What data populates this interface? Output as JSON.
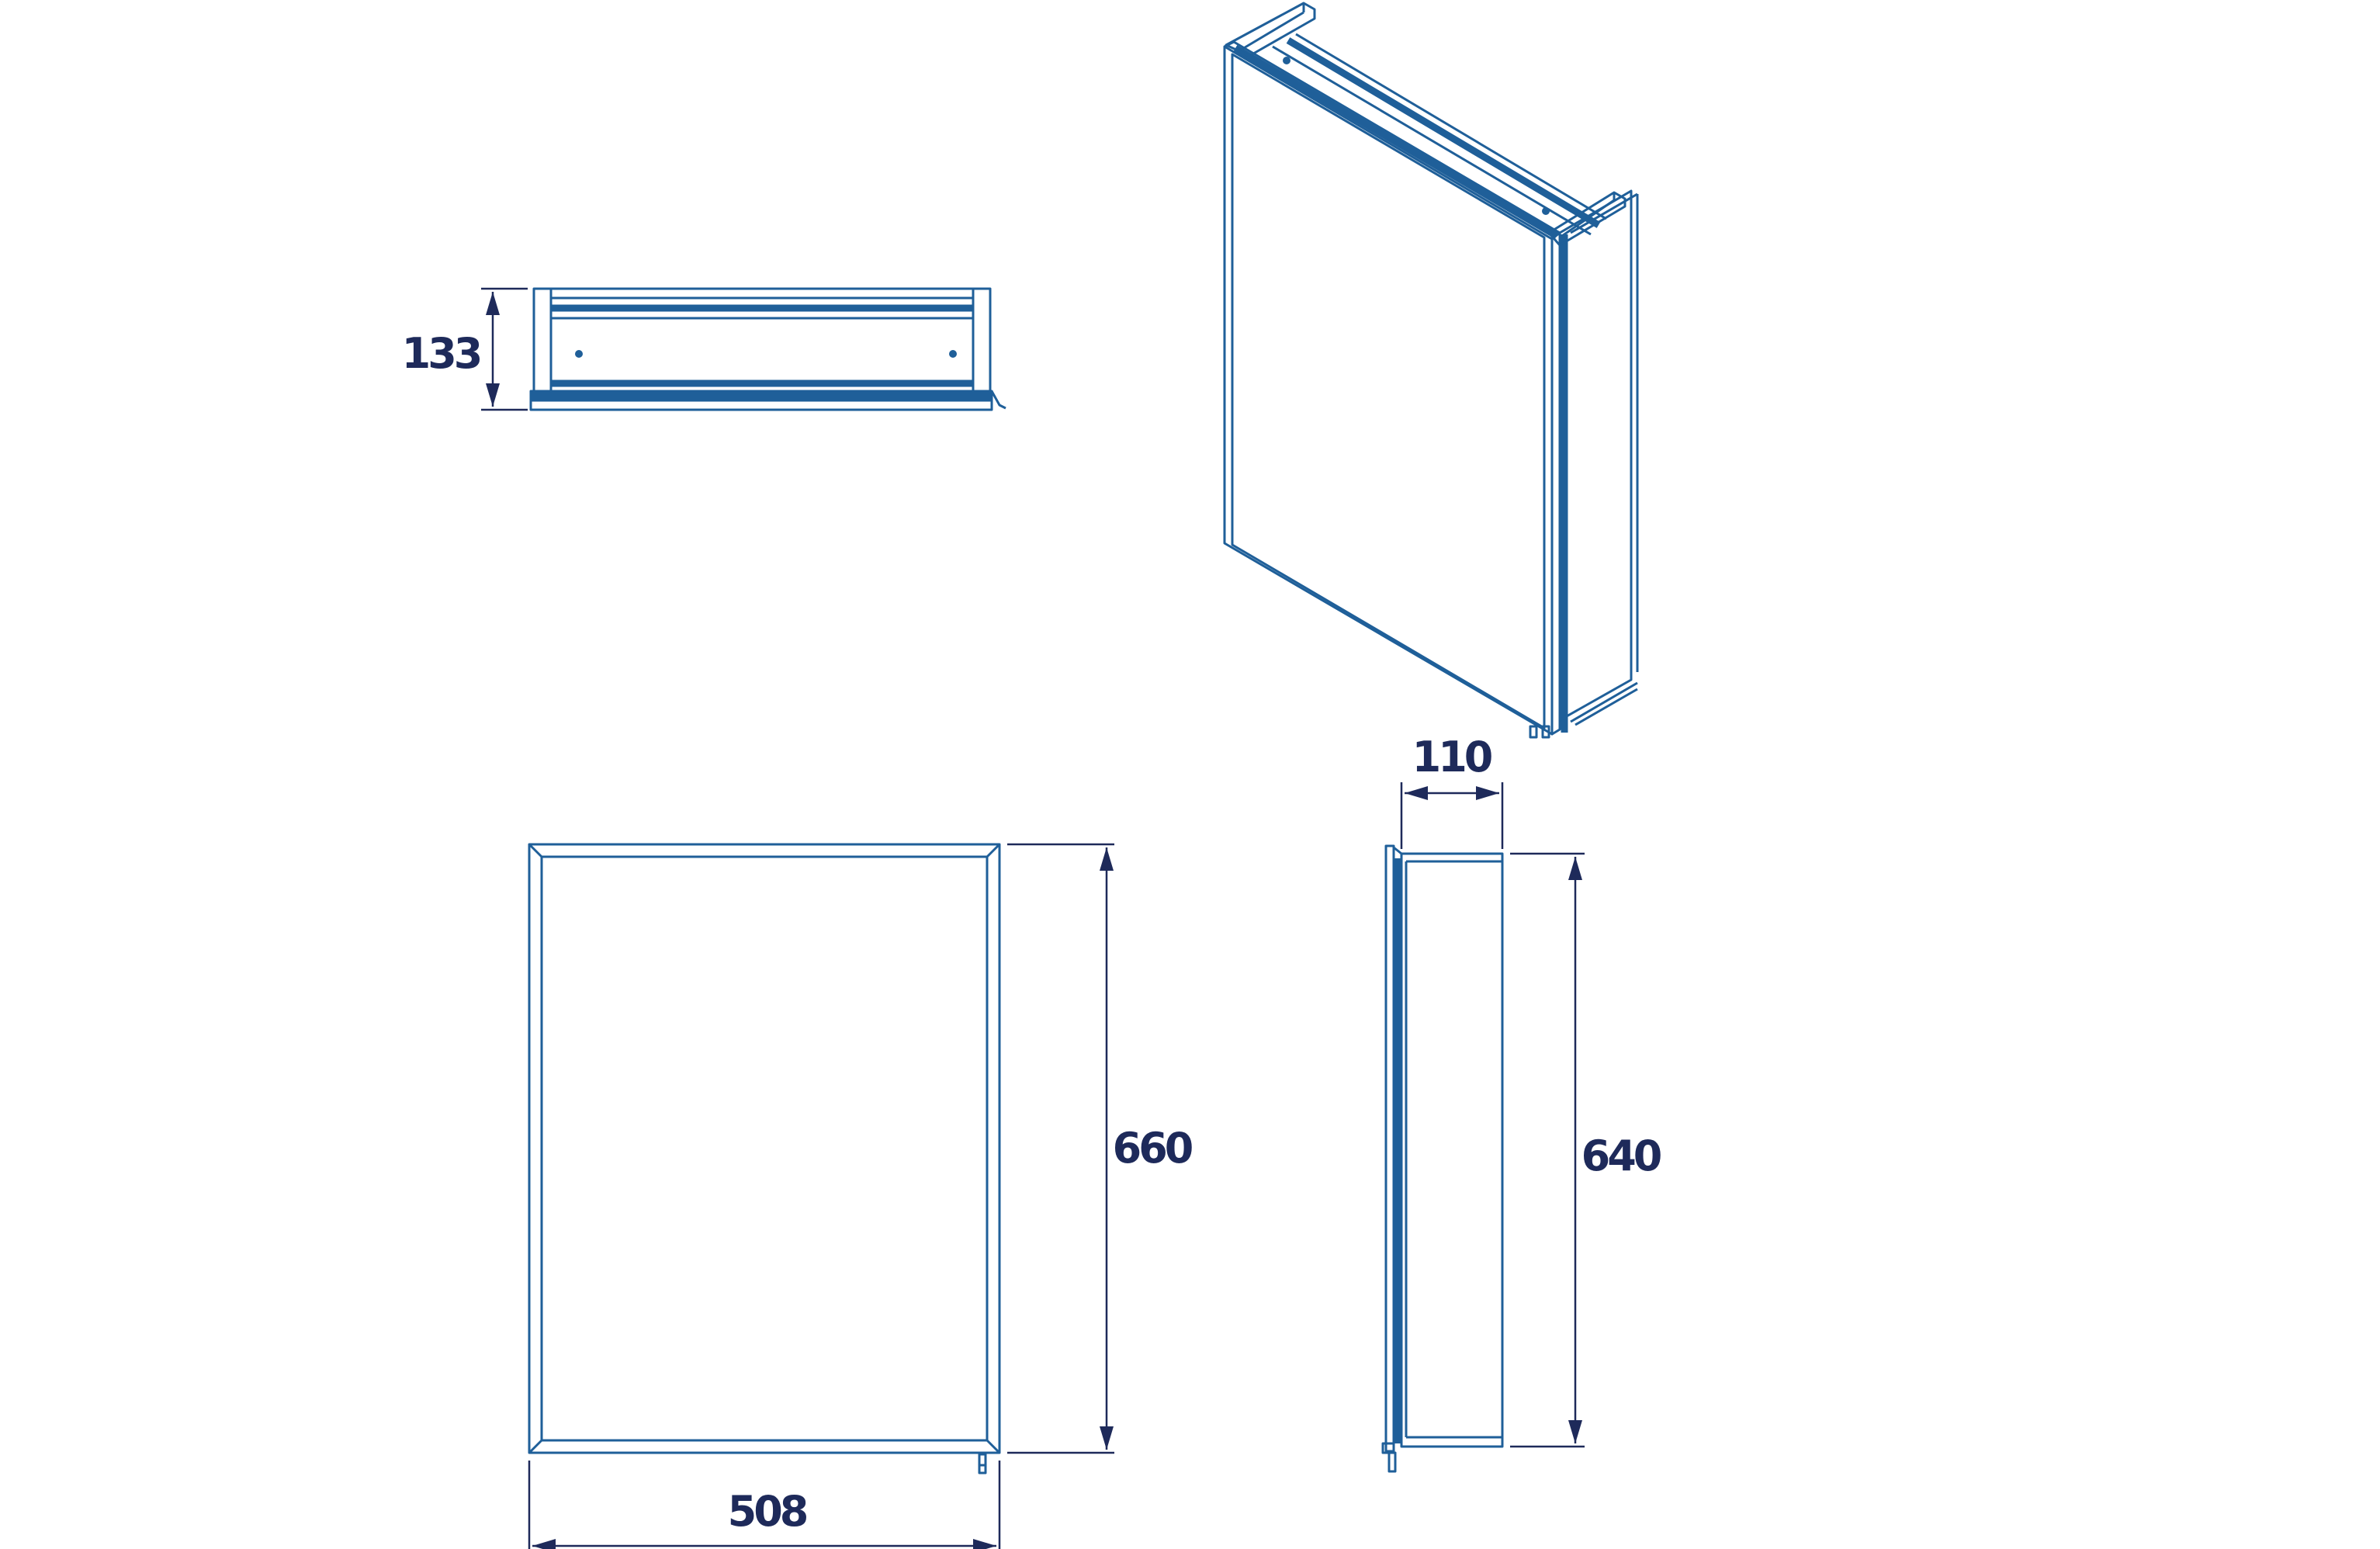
{
  "colors": {
    "outline": "#1f5f99",
    "dimension": "#1e2a5a",
    "background": "#ffffff"
  },
  "dimensions": {
    "top_view_depth": "133",
    "front_height": "660",
    "front_width": "508",
    "side_depth": "110",
    "side_height": "640"
  }
}
